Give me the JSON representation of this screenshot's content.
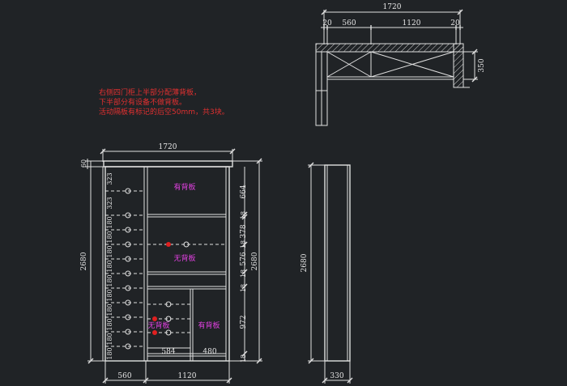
{
  "notes": [
    "右侧四门柜上半部分配薄背板，",
    "下半部分有设备不做背板。",
    "活动隔板有标记的后空50mm，共3块。"
  ],
  "top_view": {
    "overall": "1720",
    "parts": [
      "20",
      "560",
      "1120",
      "20"
    ],
    "depth": "350"
  },
  "front_view": {
    "overall_width": "1720",
    "top_thickness": "60",
    "overall_height_left": "2680",
    "overall_height_right": "2680",
    "left_dims": [
      "323",
      "323",
      "180",
      "180",
      "180",
      "180",
      "180",
      "180",
      "180",
      "180",
      "180",
      "180"
    ],
    "right_dims": [
      "664",
      "18",
      "378",
      "18",
      "576",
      "18",
      "18",
      "972",
      "18"
    ],
    "bottom_dims": [
      "560",
      "1120"
    ],
    "inner_dims": [
      "584",
      "480"
    ],
    "labels": {
      "top_back": "有背板",
      "middle_back": "无背板",
      "lower_left_back": "无背板",
      "lower_right_back": "有背板"
    },
    "colors": {
      "marker": "#e02020",
      "label": "#e040e0",
      "note": "#e03030"
    }
  },
  "side_view": {
    "height": "2680",
    "depth": "330"
  }
}
